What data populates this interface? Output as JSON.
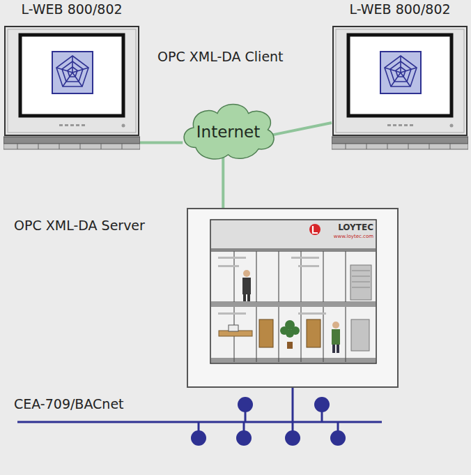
{
  "diagram": {
    "nodes": [
      {
        "text": [
          "L-WEB 800/802"
        ]
      },
      {
        "text": [
          "L-WEB 800/802"
        ]
      },
      {
        "text": [
          "Internet"
        ]
      },
      {
        "text": [
          "LOYTEC",
          "www.loytec.com"
        ]
      }
    ],
    "edges": [
      {
        "from": 0,
        "to": 2,
        "arrow": "none"
      },
      {
        "from": 1,
        "to": 2,
        "arrow": "none"
      },
      {
        "from": 2,
        "to": 3,
        "arrow": "none"
      }
    ],
    "labels": [
      "OPC XML-DA Client",
      "OPC XML-DA Server",
      "CEA-709/BACnet"
    ]
  }
}
